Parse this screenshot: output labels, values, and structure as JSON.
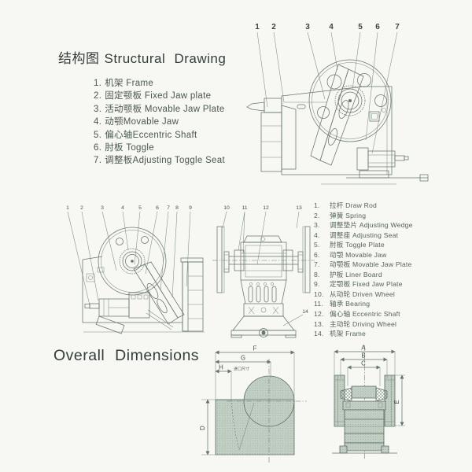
{
  "palette": {
    "ink": "#66766d",
    "text": "#49584f",
    "title": "#333e39",
    "stipple_fill": "#c5d1c6",
    "page_bg": "#f7f7f3"
  },
  "structural": {
    "title_zh": "结构图",
    "title_en": "Structural Drawing",
    "callouts": [
      "1",
      "2",
      "3",
      "4",
      "5",
      "6",
      "7"
    ],
    "items": [
      {
        "num": "1.",
        "label": "机架 Frame"
      },
      {
        "num": "2.",
        "label": "固定颚板 Fixed Jaw plate"
      },
      {
        "num": "3.",
        "label": "活动颚板 Movable Jaw Plate"
      },
      {
        "num": "4.",
        "label": "动颚Movable Jaw"
      },
      {
        "num": "5.",
        "label": "偏心轴Eccentric Shaft"
      },
      {
        "num": "6.",
        "label": "肘板 Toggle"
      },
      {
        "num": "7.",
        "label": "调整板Adjusting Toggle Seat"
      }
    ]
  },
  "assembly": {
    "left_callouts": [
      "1",
      "2",
      "3",
      "4",
      "5",
      "6",
      "7",
      "8",
      "9"
    ],
    "center_callouts": [
      "10",
      "11",
      "12",
      "13"
    ],
    "frame_callout": "14",
    "items": [
      {
        "num": "1.",
        "label": "拉杆 Draw Rod"
      },
      {
        "num": "2.",
        "label": "弹簧 Spring"
      },
      {
        "num": "3.",
        "label": "调整垫片 Adjusting Wedge"
      },
      {
        "num": "4.",
        "label": "调整座 Adjusting Seat"
      },
      {
        "num": "5.",
        "label": "肘板 Toggle Plate"
      },
      {
        "num": "6.",
        "label": "动颚 Movable Jaw"
      },
      {
        "num": "7.",
        "label": "动颚板 Movable Jaw Plate"
      },
      {
        "num": "8.",
        "label": "护板 Liner Board"
      },
      {
        "num": "9.",
        "label": "定颚板 Fixed Jaw Plate"
      },
      {
        "num": "10.",
        "label": "从动轮 Driven Wheel"
      },
      {
        "num": "11.",
        "label": "轴承 Bearing"
      },
      {
        "num": "12.",
        "label": "偏心轴 Eccentric Shaft"
      },
      {
        "num": "13.",
        "label": "主动轮 Driving Wheel"
      },
      {
        "num": "14.",
        "label": "机架 Frame"
      }
    ]
  },
  "dimensions": {
    "title": "Overall Dimensions",
    "side": {
      "f": "F",
      "g": "G",
      "h": "H",
      "inlet": "进口尺寸",
      "d": "D"
    },
    "front": {
      "a": "A",
      "b": "B",
      "c": "C",
      "e": "E"
    }
  }
}
